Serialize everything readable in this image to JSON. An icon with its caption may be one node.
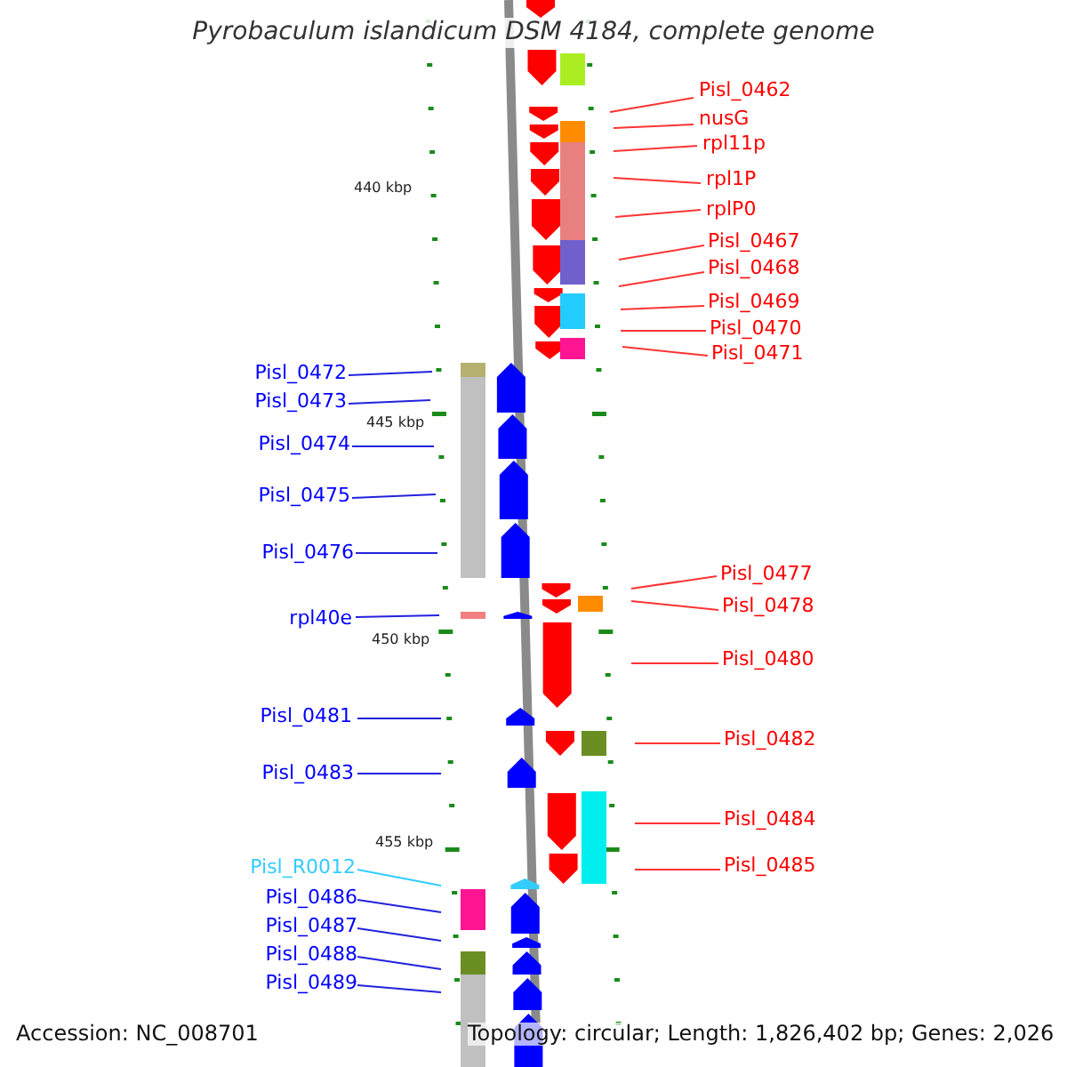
{
  "diagram": {
    "title": "Pyrobaculum islandicum DSM 4184, complete genome",
    "nodes": [
      {
        "text": [
          "Pisl_0462"
        ]
      },
      {
        "text": [
          "nusG"
        ]
      },
      {
        "text": [
          "rpl11p"
        ]
      },
      {
        "text": [
          "rpl1P"
        ]
      },
      {
        "text": [
          "rplP0"
        ]
      },
      {
        "text": [
          "Pisl_0467"
        ]
      },
      {
        "text": [
          "Pisl_0468"
        ]
      },
      {
        "text": [
          "Pisl_0469"
        ]
      },
      {
        "text": [
          "Pisl_0470"
        ]
      },
      {
        "text": [
          "Pisl_0471"
        ]
      },
      {
        "text": [
          "Pisl_0472"
        ]
      },
      {
        "text": [
          "Pisl_0473"
        ]
      },
      {
        "text": [
          "Pisl_0474"
        ]
      },
      {
        "text": [
          "Pisl_0475"
        ]
      },
      {
        "text": [
          "Pisl_0476"
        ]
      },
      {
        "text": [
          "Pisl_0477"
        ]
      },
      {
        "text": [
          "Pisl_0478"
        ]
      },
      {
        "text": [
          "rpl40e"
        ]
      },
      {
        "text": [
          "Pisl_0480"
        ]
      },
      {
        "text": [
          "Pisl_0481"
        ]
      },
      {
        "text": [
          "Pisl_0482"
        ]
      },
      {
        "text": [
          "Pisl_0483"
        ]
      },
      {
        "text": [
          "Pisl_0484"
        ]
      },
      {
        "text": [
          "Pisl_0485"
        ]
      },
      {
        "text": [
          "Pisl_R0012"
        ]
      },
      {
        "text": [
          "Pisl_0486"
        ]
      },
      {
        "text": [
          "Pisl_0487"
        ]
      },
      {
        "text": [
          "Pisl_0488"
        ]
      },
      {
        "text": [
          "Pisl_0489"
        ]
      }
    ],
    "edges": [
      {
        "from": 0,
        "to": null,
        "arrow": "none"
      },
      {
        "from": 1,
        "to": null,
        "arrow": "none"
      },
      {
        "from": 2,
        "to": null,
        "arrow": "none"
      },
      {
        "from": 3,
        "to": null,
        "arrow": "none"
      },
      {
        "from": 4,
        "to": null,
        "arrow": "none"
      },
      {
        "from": 5,
        "to": null,
        "arrow": "none"
      },
      {
        "from": 6,
        "to": null,
        "arrow": "none"
      },
      {
        "from": 7,
        "to": null,
        "arrow": "none"
      },
      {
        "from": 8,
        "to": null,
        "arrow": "none"
      },
      {
        "from": 9,
        "to": null,
        "arrow": "none"
      },
      {
        "from": 10,
        "to": null,
        "arrow": "none",
        "color": "#2222dd"
      },
      {
        "from": 11,
        "to": null,
        "arrow": "none",
        "color": "#2222dd"
      },
      {
        "from": 12,
        "to": null,
        "arrow": "none",
        "color": "#2222dd"
      },
      {
        "from": 13,
        "to": null,
        "arrow": "none",
        "color": "#2222dd"
      },
      {
        "from": 14,
        "to": null,
        "arrow": "none",
        "color": "#2222dd"
      },
      {
        "from": 15,
        "to": null,
        "arrow": "none"
      },
      {
        "from": 16,
        "to": null,
        "arrow": "none"
      },
      {
        "from": 17,
        "to": null,
        "arrow": "none",
        "color": "#2222dd"
      },
      {
        "from": 18,
        "to": null,
        "arrow": "none"
      },
      {
        "from": 19,
        "to": null,
        "arrow": "none",
        "color": "#2222dd"
      },
      {
        "from": 20,
        "to": null,
        "arrow": "none"
      },
      {
        "from": 21,
        "to": null,
        "arrow": "none",
        "color": "#2222dd"
      },
      {
        "from": 22,
        "to": null,
        "arrow": "none"
      },
      {
        "from": 23,
        "to": null,
        "arrow": "none"
      },
      {
        "from": 24,
        "to": null,
        "arrow": "none",
        "color": "#33ccff"
      },
      {
        "from": 25,
        "to": null,
        "arrow": "none",
        "color": "#2222dd"
      },
      {
        "from": 26,
        "to": null,
        "arrow": "none",
        "color": "#2222dd"
      },
      {
        "from": 27,
        "to": null,
        "arrow": "none",
        "color": "#2222dd"
      },
      {
        "from": 28,
        "to": null,
        "arrow": "none",
        "color": "#2222dd"
      }
    ],
    "labels": [
      "440 kbp",
      "445 kbp",
      "450 kbp",
      "455 kbp",
      "Accession: NC_008701",
      "Topology: circular; Length: 1,826,402 bp; Genes: 2,026"
    ]
  }
}
